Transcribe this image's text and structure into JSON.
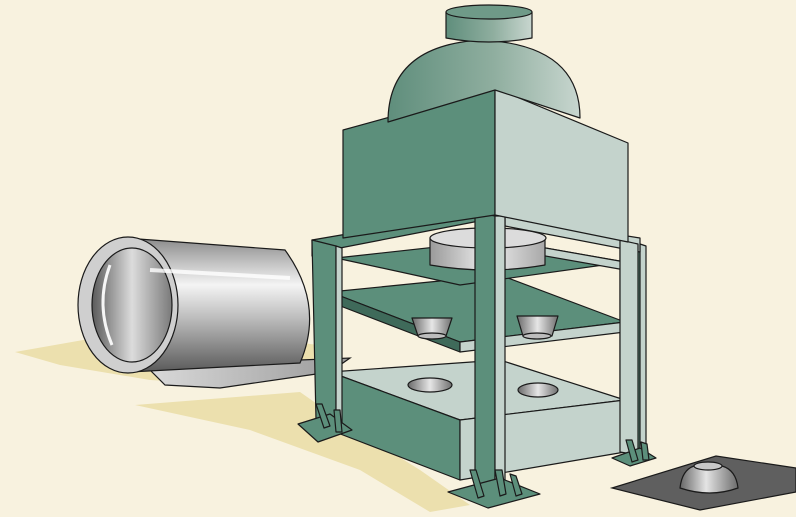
{
  "illustration": {
    "components": [
      "sheet-metal-roll",
      "press-machine",
      "hood-top",
      "upper-deck",
      "middle-deck",
      "lower-deck",
      "punch-die-left",
      "punch-die-right",
      "formed-part"
    ]
  },
  "colors": {
    "background": "#f8f2df",
    "shadow": "#ece0ae",
    "frame_green": "#5c8f7b",
    "frame_light": "#c4d3cc",
    "outline": "#1a1a1a",
    "metal_light": "#f2f2f2",
    "metal_dark": "#6e6e6e",
    "base_plate": "#5f5f5f"
  }
}
